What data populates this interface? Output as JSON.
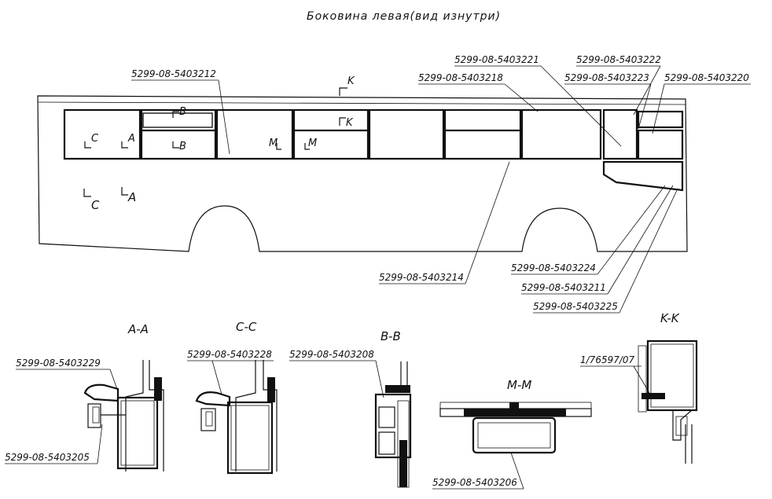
{
  "title": "Боковина левая(вид изнутри)",
  "section_marks": {
    "k_top": "K",
    "b_top": "B",
    "b_bottom": "B",
    "c_small": "C",
    "a_small": "A",
    "k_mid": "K",
    "m1": "M",
    "m2": "M",
    "c_big": "C",
    "a_big": "A"
  },
  "sections": {
    "aa": "A-A",
    "cc": "C-C",
    "bb": "B-B",
    "mm": "M-M",
    "kk": "K-K"
  },
  "callouts": {
    "p3212": "5299-08-5403212",
    "p3221": "5299-08-5403221",
    "p3222": "5299-08-5403222",
    "p3218": "5299-08-5403218",
    "p3223": "5299-08-5403223",
    "p3220": "5299-08-5403220",
    "p3214": "5299-08-5403214",
    "p3224": "5299-08-5403224",
    "p3211": "5299-08-5403211",
    "p3225": "5299-08-5403225",
    "p3229": "5299-08-5403229",
    "p3205": "5299-08-5403205",
    "p3228": "5299-08-5403228",
    "p3208": "5299-08-5403208",
    "p3206": "5299-08-5403206",
    "p76597": "1/76597/07"
  }
}
